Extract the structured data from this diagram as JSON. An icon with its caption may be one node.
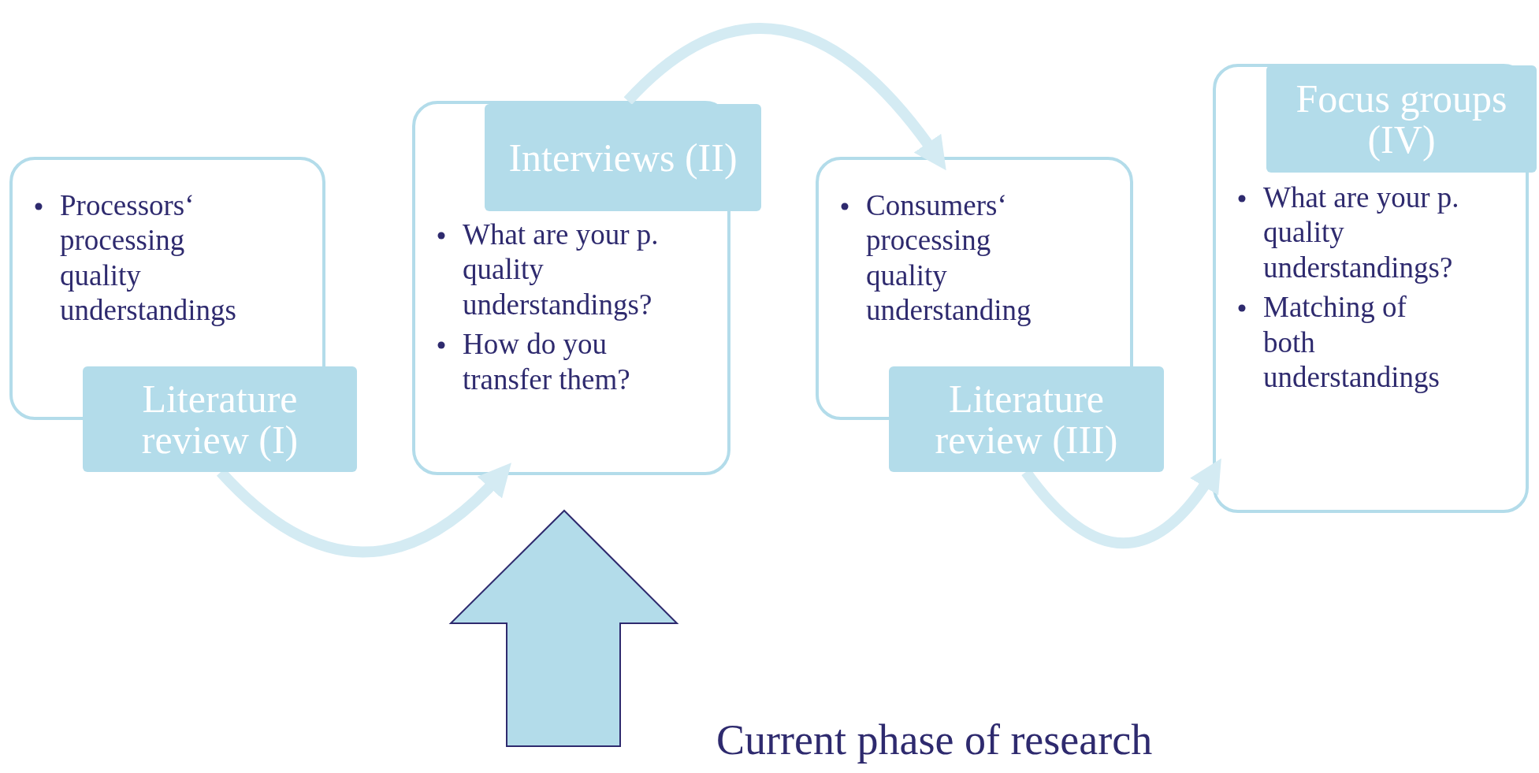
{
  "diagram": {
    "nodes": [
      {
        "text": [
          "Processors‘ processing quality understandings",
          "Literature review (I)"
        ]
      },
      {
        "text": [
          "Interviews (II)",
          "What are your p. quality understandings?",
          "How do you transfer them?"
        ]
      },
      {
        "text": [
          "Consumers‘ processing quality understanding",
          "Literature review (III)"
        ]
      },
      {
        "text": [
          "Focus groups (IV)",
          "What are your p. quality understandings?",
          "Matching of both understandings"
        ]
      }
    ],
    "edges": [
      {
        "from": 0,
        "to": 1,
        "arrow": "to"
      },
      {
        "from": 1,
        "to": 2,
        "arrow": "to"
      },
      {
        "from": 2,
        "to": 3,
        "arrow": "to"
      }
    ],
    "labels": [
      "Current phase of research"
    ]
  }
}
